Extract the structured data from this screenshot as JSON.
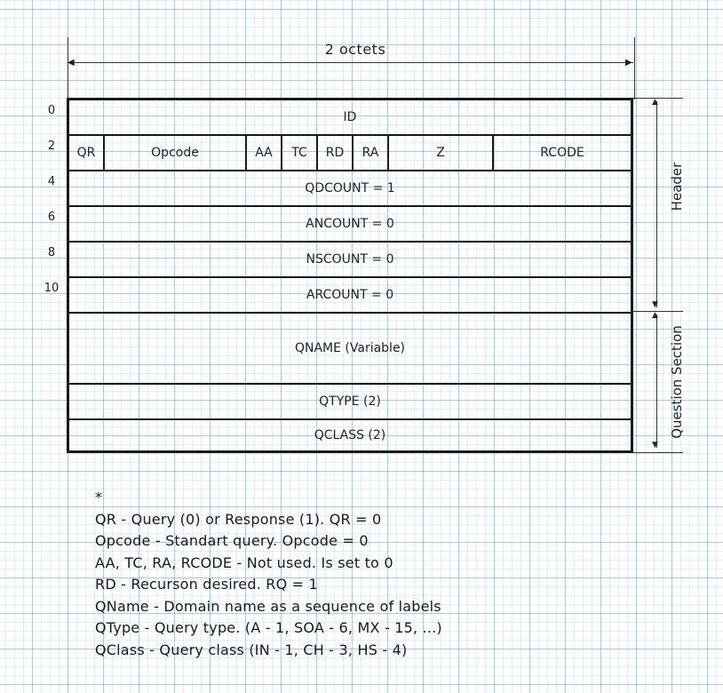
{
  "header_width_label": "2 octets",
  "offsets": [
    "0",
    "2",
    "4",
    "6",
    "8",
    "10"
  ],
  "rows": {
    "id": "ID",
    "qdcount": "QDCOUNT = 1",
    "ancount": "ANCOUNT = 0",
    "nscount": "NSCOUNT = 0",
    "arcount": "ARCOUNT = 0",
    "qname": "QNAME (Variable)",
    "qtype": "QTYPE (2)",
    "qclass": "QCLASS (2)"
  },
  "flags": {
    "qr": "QR",
    "opcode": "Opcode",
    "aa": "AA",
    "tc": "TC",
    "rd": "RD",
    "ra": "RA",
    "z": "Z",
    "rcode": "RCODE"
  },
  "sections": {
    "header": "Header",
    "question": "Question Section"
  },
  "notes": {
    "marker": "*",
    "lines": [
      "QR - Query (0) or Response (1). QR = 0",
      "Opcode - Standart query. Opcode = 0",
      "AA, TC, RA, RCODE - Not used. Is set to 0",
      "RD - Recurson desired. RQ = 1",
      "QName - Domain name as a sequence of labels",
      "QType - Query type. (A - 1, SOA - 6, MX - 15, ...)",
      "QClass - Query class (IN - 1, CH - 3, HS - 4)"
    ]
  },
  "colors": {
    "ink": "#1a1a1a",
    "grid": "#78aae6",
    "paper": "#ffffff"
  }
}
